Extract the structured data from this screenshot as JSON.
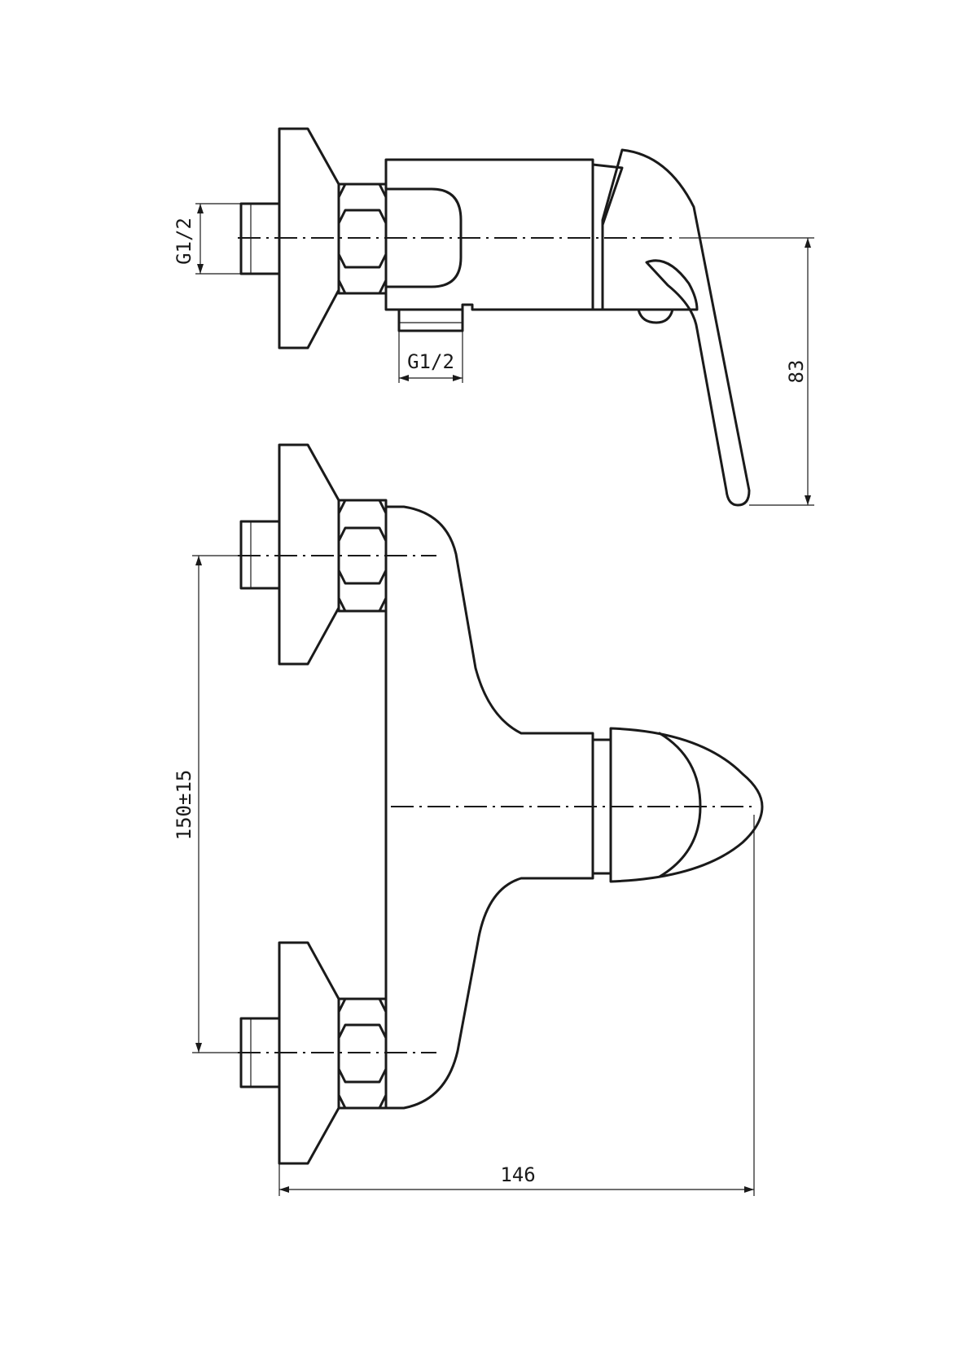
{
  "dimensions": {
    "inlet_thread_side": "G1/2",
    "outlet_thread": "G1/2",
    "height": "83",
    "inlet_spacing": "150±15",
    "total_depth": "146"
  }
}
